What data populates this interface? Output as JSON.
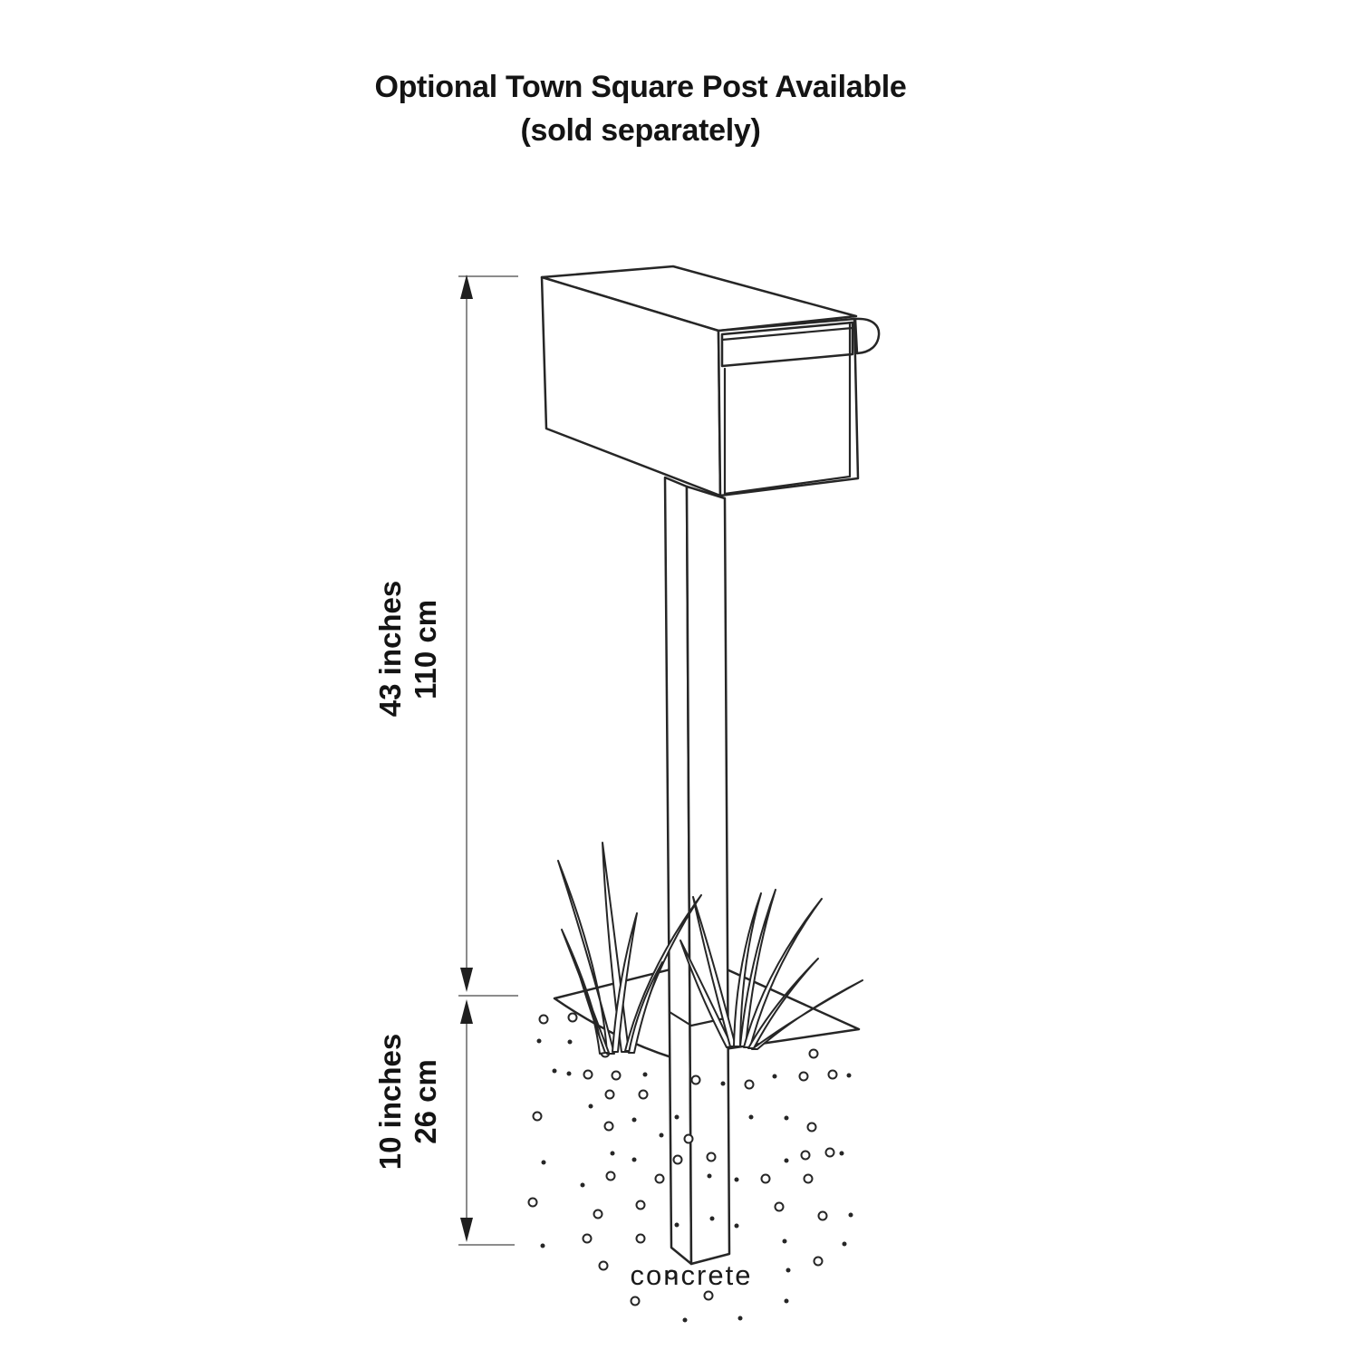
{
  "title": {
    "line1": "Optional Town Square Post Available",
    "line2": "(sold separately)"
  },
  "dimensions": {
    "above_ground": {
      "imperial": "43 inches",
      "metric": "110 cm"
    },
    "below_ground": {
      "imperial": "10 inches",
      "metric": "26 cm"
    }
  },
  "labels": {
    "concrete": "concrete"
  },
  "colors": {
    "background": "#ffffff",
    "drawing_line": "#262626",
    "dimension_line": "#8c8c8c",
    "text": "#141414"
  },
  "figure": {
    "concrete_dots": [
      [
        600,
        1125,
        "o"
      ],
      [
        595,
        1149,
        "f"
      ],
      [
        612,
        1182,
        "f"
      ],
      [
        593,
        1232,
        "o"
      ],
      [
        600,
        1283,
        "f"
      ],
      [
        588,
        1327,
        "o"
      ],
      [
        599,
        1375,
        "f"
      ],
      [
        632,
        1123,
        "o"
      ],
      [
        629,
        1150,
        "f"
      ],
      [
        668,
        1162,
        "o"
      ],
      [
        628,
        1185,
        "f"
      ],
      [
        649,
        1186,
        "o"
      ],
      [
        680,
        1187,
        "o"
      ],
      [
        712,
        1186,
        "f"
      ],
      [
        673,
        1208,
        "o"
      ],
      [
        710,
        1208,
        "o"
      ],
      [
        652,
        1221,
        "f"
      ],
      [
        700,
        1236,
        "f"
      ],
      [
        672,
        1243,
        "o"
      ],
      [
        730,
        1253,
        "f"
      ],
      [
        676,
        1273,
        "f"
      ],
      [
        700,
        1280,
        "f"
      ],
      [
        674,
        1298,
        "o"
      ],
      [
        728,
        1301,
        "o"
      ],
      [
        643,
        1308,
        "f"
      ],
      [
        707,
        1330,
        "o"
      ],
      [
        660,
        1340,
        "o"
      ],
      [
        648,
        1367,
        "o"
      ],
      [
        707,
        1367,
        "o"
      ],
      [
        666,
        1397,
        "o"
      ],
      [
        701,
        1436,
        "o"
      ],
      [
        768,
        1192,
        "o"
      ],
      [
        747,
        1233,
        "f"
      ],
      [
        760,
        1257,
        "o"
      ],
      [
        748,
        1280,
        "o"
      ],
      [
        785,
        1277,
        "o"
      ],
      [
        783,
        1298,
        "f"
      ],
      [
        786,
        1345,
        "f"
      ],
      [
        747,
        1352,
        "f"
      ],
      [
        741,
        1407,
        "o"
      ],
      [
        898,
        1163,
        "o"
      ],
      [
        827,
        1197,
        "o"
      ],
      [
        798,
        1196,
        "f"
      ],
      [
        855,
        1188,
        "f"
      ],
      [
        887,
        1188,
        "o"
      ],
      [
        919,
        1186,
        "o"
      ],
      [
        937,
        1187,
        "f"
      ],
      [
        829,
        1233,
        "f"
      ],
      [
        868,
        1234,
        "f"
      ],
      [
        896,
        1244,
        "o"
      ],
      [
        889,
        1275,
        "o"
      ],
      [
        916,
        1272,
        "o"
      ],
      [
        929,
        1273,
        "f"
      ],
      [
        868,
        1281,
        "f"
      ],
      [
        845,
        1301,
        "o"
      ],
      [
        813,
        1302,
        "f"
      ],
      [
        892,
        1301,
        "o"
      ],
      [
        860,
        1332,
        "o"
      ],
      [
        908,
        1342,
        "o"
      ],
      [
        939,
        1341,
        "f"
      ],
      [
        813,
        1353,
        "f"
      ],
      [
        866,
        1370,
        "f"
      ],
      [
        932,
        1373,
        "f"
      ],
      [
        903,
        1392,
        "o"
      ],
      [
        870,
        1402,
        "f"
      ],
      [
        782,
        1430,
        "o"
      ],
      [
        868,
        1436,
        "f"
      ],
      [
        756,
        1457,
        "f"
      ],
      [
        817,
        1455,
        "f"
      ]
    ]
  }
}
